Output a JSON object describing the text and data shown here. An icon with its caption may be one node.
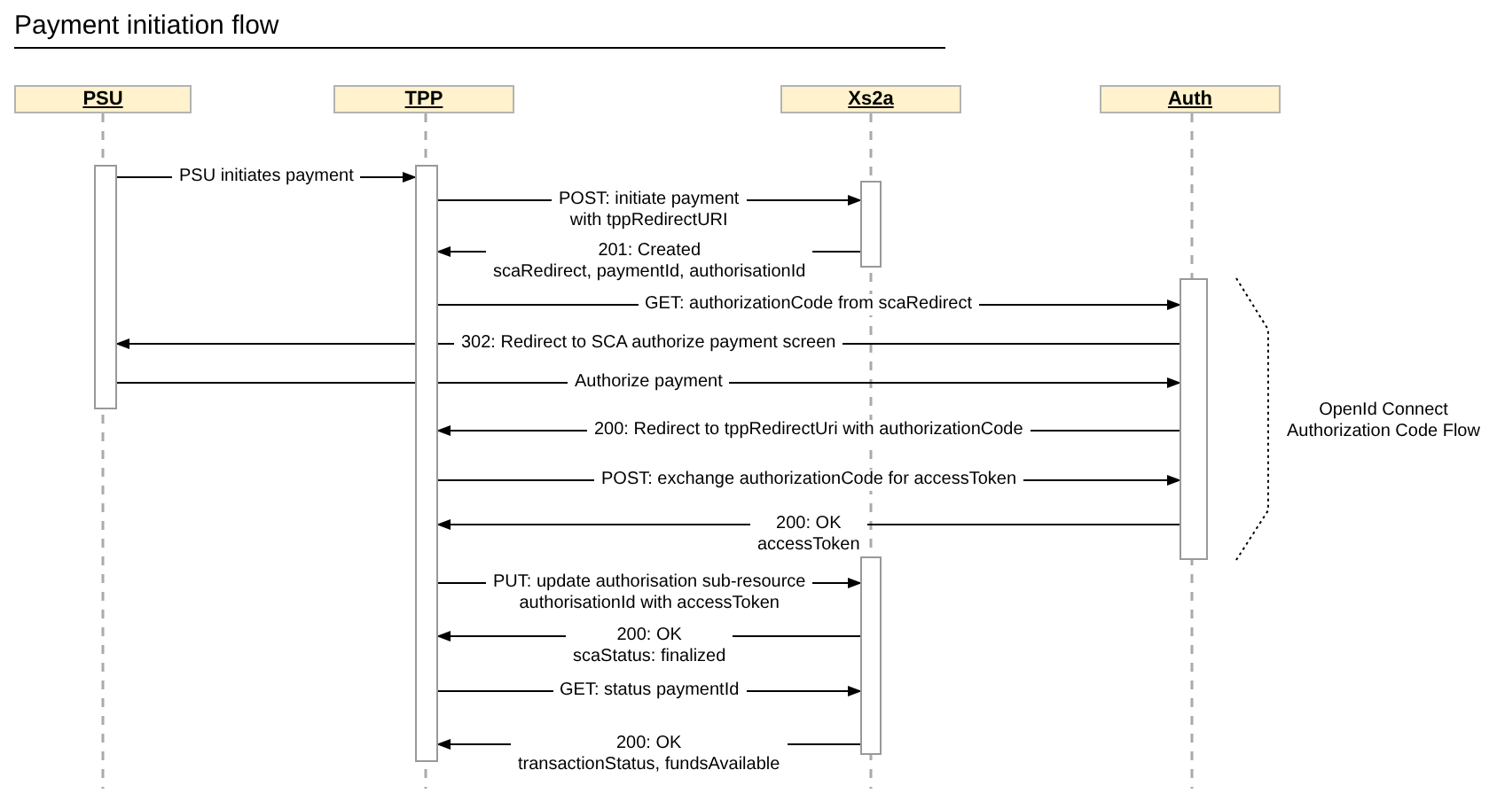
{
  "diagram": {
    "title": "Payment initiation flow",
    "nodes": [
      {
        "text": [
          "PSU"
        ]
      },
      {
        "text": [
          "TPP"
        ]
      },
      {
        "text": [
          "Xs2a"
        ]
      },
      {
        "text": [
          "Auth"
        ]
      },
      {
        "text": [],
        "shape": "bar"
      },
      {
        "text": [],
        "shape": "bar"
      },
      {
        "text": [],
        "shape": "bar"
      },
      {
        "text": [],
        "shape": "bar"
      },
      {
        "text": [],
        "shape": "bar"
      }
    ],
    "edges": [
      {
        "from": 4,
        "to": 5,
        "arrow": "to",
        "label": "PSU initiates payment"
      },
      {
        "from": 5,
        "to": 6,
        "arrow": "to",
        "label": "POST: initiate payment with tppRedirectURI"
      },
      {
        "from": 6,
        "to": 5,
        "arrow": "to",
        "label": "201: Created scaRedirect, paymentId, authorisationId"
      },
      {
        "from": 5,
        "to": 7,
        "arrow": "to",
        "label": "GET: authorizationCode from scaRedirect"
      },
      {
        "from": 7,
        "to": 4,
        "arrow": "to",
        "label": "302: Redirect to SCA authorize payment screen"
      },
      {
        "from": 4,
        "to": 7,
        "arrow": "to",
        "label": "Authorize payment"
      },
      {
        "from": 7,
        "to": 5,
        "arrow": "to",
        "label": "200: Redirect to tppRedirectUri with authorizationCode"
      },
      {
        "from": 5,
        "to": 7,
        "arrow": "to",
        "label": "POST: exchange authorizationCode for accessToken"
      },
      {
        "from": 7,
        "to": 5,
        "arrow": "to",
        "label": "200: OK accessToken"
      },
      {
        "from": 5,
        "to": 8,
        "arrow": "to",
        "label": "PUT: update authorisation sub-resource authorisationId with accessToken"
      },
      {
        "from": 8,
        "to": 5,
        "arrow": "to",
        "label": "200: OK scaStatus: finalized"
      },
      {
        "from": 5,
        "to": 8,
        "arrow": "to",
        "label": "GET: status paymentId"
      },
      {
        "from": 8,
        "to": 5,
        "arrow": "to",
        "label": "200: OK transactionStatus, fundsAvailable"
      }
    ],
    "labels": [
      "OpenId Connect Authorization Code Flow"
    ]
  }
}
